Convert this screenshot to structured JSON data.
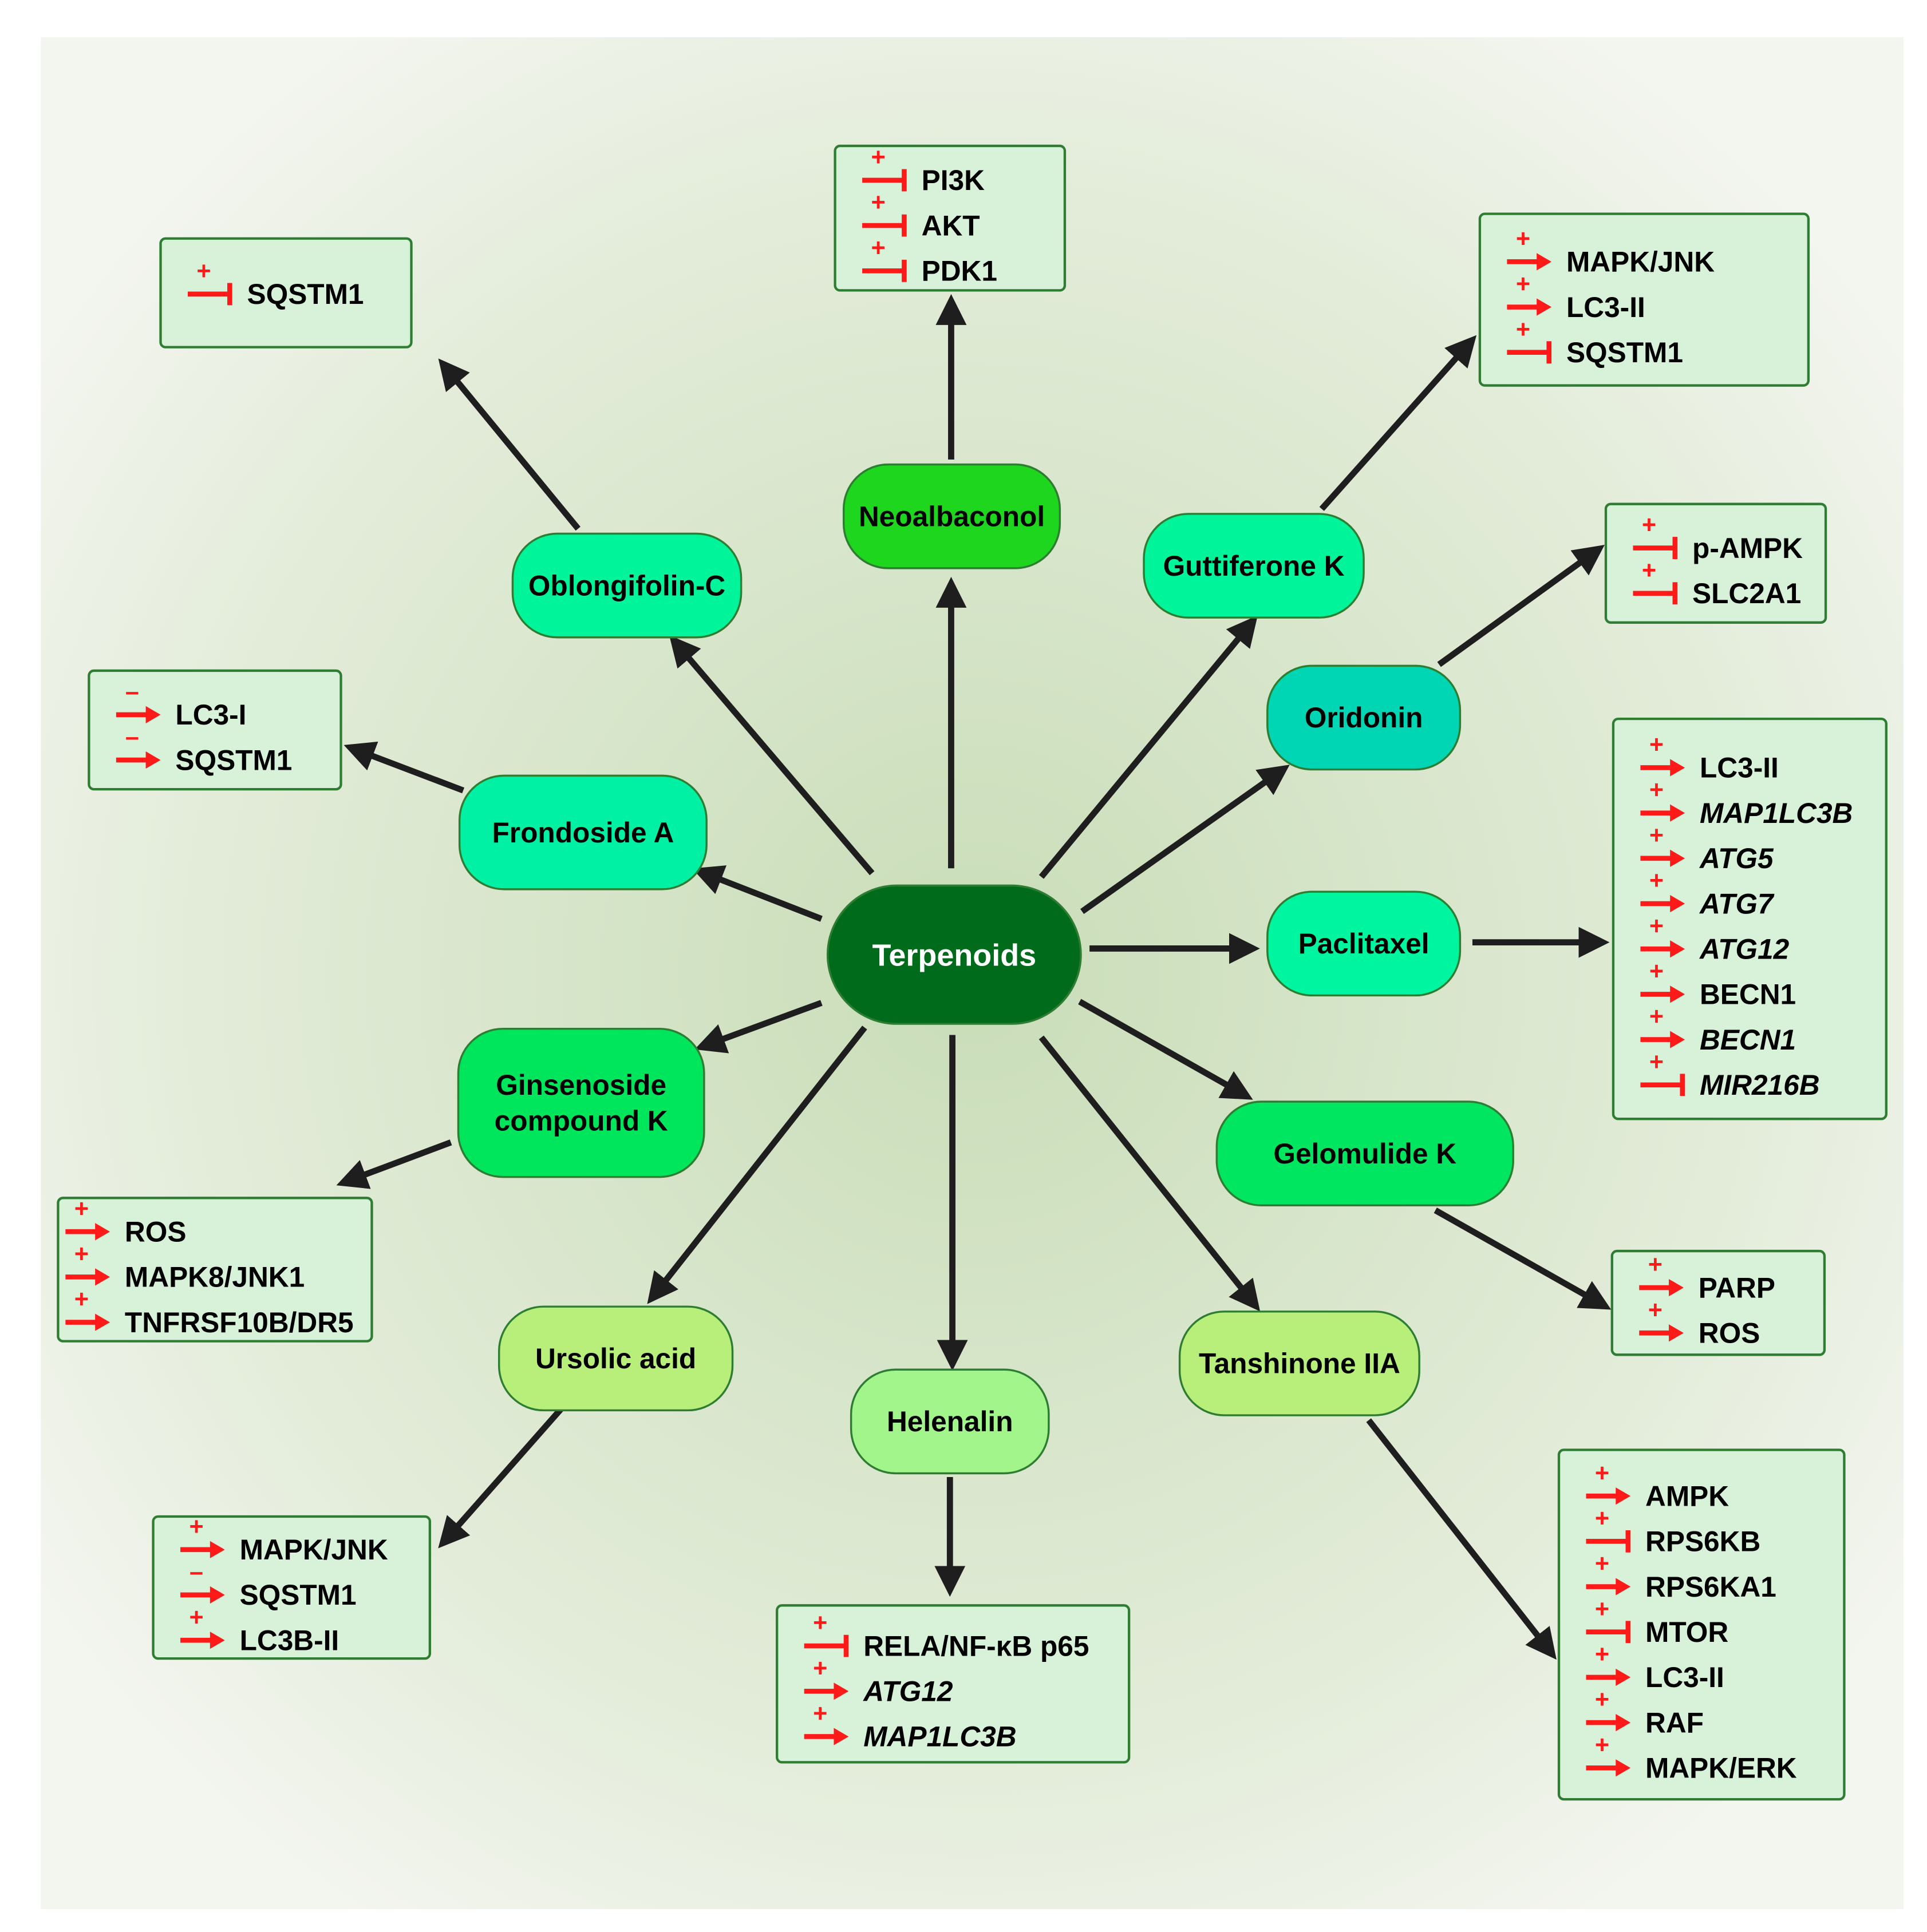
{
  "diagram": {
    "title": "Terpenoids",
    "center": {
      "id": "terpenoids",
      "label": "Terpenoids",
      "color": "#006b1a",
      "text_color": "#ffffff"
    },
    "compounds": [
      {
        "id": "neoalbaconol",
        "label": "Neoalbaconol",
        "color": "#1ed61e",
        "targets": [
          {
            "label": "PI3K",
            "sign": "+",
            "effect": "inhibit",
            "italic": false
          },
          {
            "label": "AKT",
            "sign": "+",
            "effect": "inhibit",
            "italic": false
          },
          {
            "label": "PDK1",
            "sign": "+",
            "effect": "inhibit",
            "italic": false
          }
        ]
      },
      {
        "id": "oblongifolin-c",
        "label": "Oblongifolin-C",
        "color": "#00f59a",
        "targets": [
          {
            "label": "SQSTM1",
            "sign": "+",
            "effect": "inhibit",
            "italic": false
          }
        ]
      },
      {
        "id": "guttiferone-k",
        "label": "Guttiferone K",
        "color": "#00f59a",
        "targets": [
          {
            "label": "MAPK/JNK",
            "sign": "+",
            "effect": "activate",
            "italic": false
          },
          {
            "label": "LC3-II",
            "sign": "+",
            "effect": "activate",
            "italic": false
          },
          {
            "label": "SQSTM1",
            "sign": "+",
            "effect": "inhibit",
            "italic": false
          }
        ]
      },
      {
        "id": "oridonin",
        "label": "Oridonin",
        "color": "#00d6b4",
        "targets": [
          {
            "label": "p-AMPK",
            "sign": "+",
            "effect": "inhibit",
            "italic": false
          },
          {
            "label": "SLC2A1",
            "sign": "+",
            "effect": "inhibit",
            "italic": false
          }
        ]
      },
      {
        "id": "frondoside-a",
        "label": "Frondoside A",
        "color": "#00f0a4",
        "targets": [
          {
            "label": "LC3-I",
            "sign": "-",
            "effect": "activate",
            "italic": false
          },
          {
            "label": "SQSTM1",
            "sign": "-",
            "effect": "activate",
            "italic": false
          }
        ]
      },
      {
        "id": "paclitaxel",
        "label": "Paclitaxel",
        "color": "#00f5a0",
        "targets": [
          {
            "label": "LC3-II",
            "sign": "+",
            "effect": "activate",
            "italic": false
          },
          {
            "label": "MAP1LC3B",
            "sign": "+",
            "effect": "activate",
            "italic": true
          },
          {
            "label": "ATG5",
            "sign": "+",
            "effect": "activate",
            "italic": true
          },
          {
            "label": "ATG7",
            "sign": "+",
            "effect": "activate",
            "italic": true
          },
          {
            "label": "ATG12",
            "sign": "+",
            "effect": "activate",
            "italic": true
          },
          {
            "label": "BECN1",
            "sign": "+",
            "effect": "activate",
            "italic": false
          },
          {
            "label": "BECN1",
            "sign": "+",
            "effect": "activate",
            "italic": true
          },
          {
            "label": "MIR216B",
            "sign": "+",
            "effect": "inhibit",
            "italic": true
          }
        ]
      },
      {
        "id": "ginsenoside-compound-k",
        "label_lines": [
          "Ginsenoside",
          "compound K"
        ],
        "color": "#00e65c",
        "targets": [
          {
            "label": "ROS",
            "sign": "+",
            "effect": "activate",
            "italic": false
          },
          {
            "label": "MAPK8/JNK1",
            "sign": "+",
            "effect": "activate",
            "italic": false
          },
          {
            "label": "TNFRSF10B/DR5",
            "sign": "+",
            "effect": "activate",
            "italic": false
          }
        ]
      },
      {
        "id": "gelomulide-k",
        "label": "Gelomulide K",
        "color": "#00e660",
        "targets": [
          {
            "label": "PARP",
            "sign": "+",
            "effect": "activate",
            "italic": false
          },
          {
            "label": "ROS",
            "sign": "+",
            "effect": "activate",
            "italic": false
          }
        ]
      },
      {
        "id": "ursolic-acid",
        "label": "Ursolic acid",
        "color": "#b8ee7a",
        "targets": [
          {
            "label": "MAPK/JNK",
            "sign": "+",
            "effect": "activate",
            "italic": false
          },
          {
            "label": "SQSTM1",
            "sign": "-",
            "effect": "activate",
            "italic": false
          },
          {
            "label": "LC3B-II",
            "sign": "+",
            "effect": "activate",
            "italic": false
          }
        ]
      },
      {
        "id": "helenalin",
        "label": "Helenalin",
        "color": "#a2f58a",
        "targets": [
          {
            "label": "RELA/NF-κB p65",
            "sign": "+",
            "effect": "inhibit",
            "italic": false
          },
          {
            "label": "ATG12",
            "sign": "+",
            "effect": "activate",
            "italic": true
          },
          {
            "label": "MAP1LC3B",
            "sign": "+",
            "effect": "activate",
            "italic": true
          }
        ]
      },
      {
        "id": "tanshinone-iia",
        "label": "Tanshinone IIA",
        "color": "#b8ee7a",
        "targets": [
          {
            "label": "AMPK",
            "sign": "+",
            "effect": "activate",
            "italic": false
          },
          {
            "label": "RPS6KB",
            "sign": "+",
            "effect": "inhibit",
            "italic": false
          },
          {
            "label": "RPS6KA1",
            "sign": "+",
            "effect": "activate",
            "italic": false
          },
          {
            "label": "MTOR",
            "sign": "+",
            "effect": "inhibit",
            "italic": false
          },
          {
            "label": "LC3-II",
            "sign": "+",
            "effect": "activate",
            "italic": false
          },
          {
            "label": "RAF",
            "sign": "+",
            "effect": "activate",
            "italic": false
          },
          {
            "label": "MAPK/ERK",
            "sign": "+",
            "effect": "activate",
            "italic": false
          }
        ]
      }
    ],
    "colors": {
      "box_fill": "#d8f2da",
      "box_border": "#2e7d32",
      "effect_mark": "#ff1a1a",
      "arrow": "#1e1e1e"
    }
  }
}
